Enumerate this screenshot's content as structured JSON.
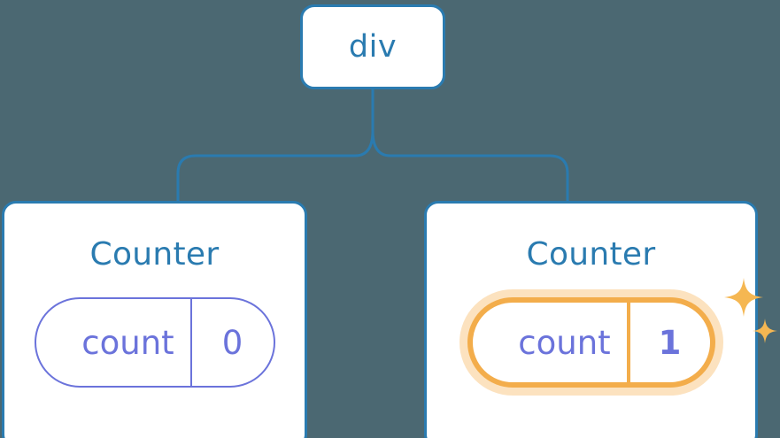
{
  "diagram": {
    "title": "React component tree with state update",
    "background_color": "#4b6872",
    "connector_color": "#2a7bb0"
  },
  "root": {
    "label": "div"
  },
  "children": [
    {
      "title": "Counter",
      "state": {
        "key": "count",
        "value": "0"
      },
      "highlighted": false
    },
    {
      "title": "Counter",
      "state": {
        "key": "count",
        "value": "1"
      },
      "highlighted": true,
      "sparkles": [
        "sparkle-large",
        "sparkle-small"
      ]
    }
  ],
  "colors": {
    "node_border": "#2a7bb0",
    "node_fill": "#ffffff",
    "title_text": "#2a7bb0",
    "state_accent": "#6b73db",
    "highlight_ring": "#f3ad4b",
    "highlight_glow": "#f8be70"
  }
}
